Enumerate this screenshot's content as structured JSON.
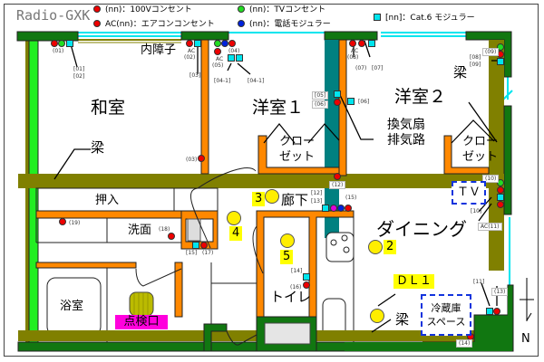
{
  "title": "Radio-GXK",
  "legend": [
    {
      "symbol": "red-dot",
      "color": "#ee0000",
      "label": "(nn)：100Vコンセント"
    },
    {
      "symbol": "red-dot",
      "color": "#ee0000",
      "label": "AC(nn)：エアコンコンセント"
    },
    {
      "symbol": "green-dot",
      "color": "#22dd22",
      "label": "(nn)：TVコンセント"
    },
    {
      "symbol": "blue-dot",
      "color": "#0022dd",
      "label": "(nn)：電話モジュラー"
    },
    {
      "symbol": "cyan-square",
      "color": "#00e5ee",
      "label": "[nn]：Cat.6 モジュラー"
    }
  ],
  "rooms": {
    "washitsu": "和室",
    "yoshitsu1": "洋室１",
    "yoshitsu2": "洋室２",
    "closet1_l1": "クロー",
    "closet1_l2": "ゼット",
    "closet2_l1": "クロー",
    "closet2_l2": "ゼット",
    "oshiire": "押入",
    "senmen": "洗面",
    "yokushitsu": "浴室",
    "rouka": "廊下",
    "toilet": "トイレ",
    "dining": "ダイニング",
    "uchishoji": "内障子",
    "fridge_l1": "冷蔵庫",
    "fridge_l2": "スペース",
    "tv": "ＴＶ",
    "inspection": "点検口",
    "vent_l1": "換気扇",
    "vent_l2": "排気路",
    "beam1": "梁",
    "beam2": "梁",
    "beam3": "梁",
    "north": "N"
  },
  "lights": [
    {
      "id": "DL1",
      "label": "ＤＬ１"
    },
    {
      "id": "2",
      "label": "2"
    },
    {
      "id": "3",
      "label": "3"
    },
    {
      "id": "4",
      "label": "4"
    },
    {
      "id": "5",
      "label": "5"
    }
  ],
  "outlet_labels": {
    "o01": "(01)",
    "c01_02_a": "[01]",
    "c01_02_b": "[02]",
    "ac02_a": "AC",
    "ac02_b": "(02)",
    "c03": "[03]",
    "o04": "(04)",
    "ac05_a": "AC",
    "ac05_b": "(05)",
    "c04_1a": "[04-1]",
    "c04_1b": "[04-1]",
    "ac08_a": "AC",
    "ac08_b": "(08)",
    "o07": "(07)",
    "c07": "[07]",
    "c05": "[05]",
    "o06": "(06)",
    "c06": "[06]",
    "o09": "(09)",
    "c08": "[08]",
    "c09": "[09]",
    "o03": "(03)",
    "o12": "(12)",
    "c12": "[12]",
    "c13": "[13]",
    "o15": "(15)",
    "o10": "(10)",
    "c10": "[10]",
    "ac11": "AC(11)",
    "o19": "(19)",
    "o18": "(18)",
    "c15": "[15]",
    "o17": "(17)",
    "c14": "[14]",
    "o16": "(16)",
    "c11": "[11]",
    "o13": "(13)",
    "o14": "(14)"
  }
}
